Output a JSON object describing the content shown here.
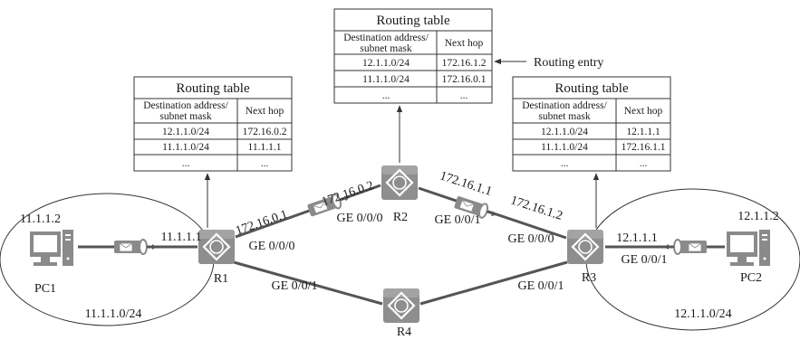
{
  "routers": {
    "r1": {
      "name": "R1"
    },
    "r2": {
      "name": "R2"
    },
    "r3": {
      "name": "R3"
    },
    "r4": {
      "name": "R4"
    }
  },
  "router_glyph": "R",
  "hosts": {
    "pc1": {
      "name": "PC1",
      "ip": "11.1.1.2",
      "network": "11.1.1.0/24"
    },
    "pc2": {
      "name": "PC2",
      "ip": "12.1.1.2",
      "network": "12.1.1.0/24"
    }
  },
  "labels": {
    "r1_pc_ip": "11.1.1.1",
    "r1_r2_ip": "172.16.0.1",
    "r1_r2_if": "GE 0/0/0",
    "r2_r1_ip": "172.16.0.2",
    "r2_r1_if": "GE 0/0/0",
    "r2_r3_ip": "172.16.1.1",
    "r2_r3_if": "GE 0/0/1",
    "r3_r2_ip": "172.16.1.2",
    "r3_r2_if": "GE 0/0/0",
    "r3_pc_ip": "12.1.1.1",
    "r3_pc_if": "GE 0/0/1",
    "r1_r4_if": "GE 0/0/1",
    "r3_r4_if": "GE 0/0/1",
    "routing_entry": "Routing entry"
  },
  "tables": {
    "r1": {
      "title": "Routing table",
      "col1": [
        "Destination address/",
        "subnet mask"
      ],
      "col2": "Next hop",
      "rows": [
        [
          "12.1.1.0/24",
          "172.16.0.2"
        ],
        [
          "11.1.1.0/24",
          "11.1.1.1"
        ],
        [
          "...",
          "..."
        ]
      ]
    },
    "r2": {
      "title": "Routing table",
      "col1": [
        "Destination address/",
        "subnet mask"
      ],
      "col2": "Next hop",
      "rows": [
        [
          "12.1.1.0/24",
          "172.16.1.2"
        ],
        [
          "11.1.1.0/24",
          "172.16.0.1"
        ],
        [
          "...",
          "..."
        ]
      ]
    },
    "r3": {
      "title": "Routing table",
      "col1": [
        "Destination address/",
        "subnet mask"
      ],
      "col2": "Next hop",
      "rows": [
        [
          "12.1.1.0/24",
          "12.1.1.1"
        ],
        [
          "11.1.1.0/24",
          "172.16.1.1"
        ],
        [
          "...",
          "..."
        ]
      ]
    }
  },
  "colors": {
    "router": "#8e8e8e",
    "router_symbol": "#ffffff",
    "link": "#555555",
    "envelope": "#8a8a8a"
  },
  "icons": {
    "router": "router-icon",
    "pc": "pc-icon",
    "packet": "packet-envelope-icon"
  }
}
